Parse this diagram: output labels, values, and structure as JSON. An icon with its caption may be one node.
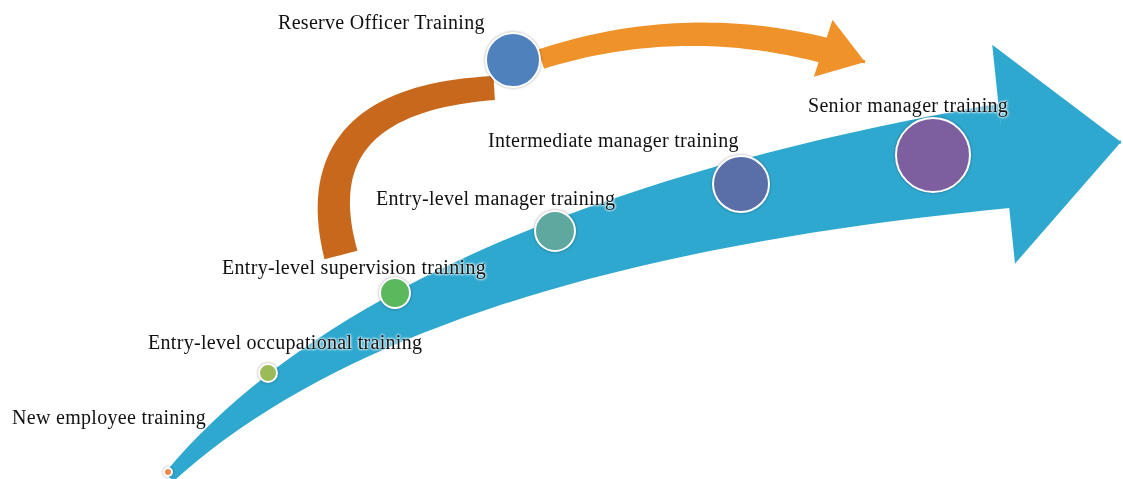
{
  "diagram": {
    "nodes": [
      {
        "text": [
          "New employee training"
        ]
      },
      {
        "text": [
          "Entry-level occupational training"
        ]
      },
      {
        "text": [
          "Entry-level supervision training"
        ]
      },
      {
        "text": [
          "Entry-level manager training"
        ]
      },
      {
        "text": [
          "Intermediate manager training"
        ]
      },
      {
        "text": [
          "Senior manager training"
        ]
      },
      {
        "text": [
          "Reserve Officer Training"
        ]
      }
    ],
    "edges": [
      {
        "from": 0,
        "to": null,
        "arrow": "to",
        "color": "#2fa8cf"
      },
      {
        "from": 2,
        "to": 6,
        "arrow": "none",
        "color": "#c8681c"
      },
      {
        "from": 6,
        "to": null,
        "arrow": "to",
        "color": "#f0922a"
      }
    ]
  }
}
